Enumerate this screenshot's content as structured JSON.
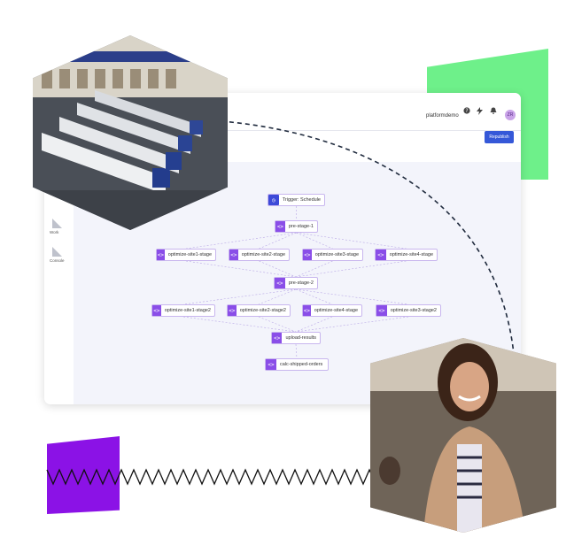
{
  "header": {
    "account_name": "platformdemo",
    "avatar_initials": "ZR",
    "icons": [
      "help-icon",
      "bolt-icon",
      "bell-icon"
    ]
  },
  "toolbar": {
    "republish_label": "Republish"
  },
  "sidebar": {
    "items": [
      {
        "label": "Work"
      },
      {
        "label": "Console"
      }
    ]
  },
  "flow": {
    "trigger": {
      "label": "Trigger: Schedule"
    },
    "stage1": {
      "label": "pre-stage-1"
    },
    "row1": [
      {
        "label": "optimize-site1-stage"
      },
      {
        "label": "optimize-site2-stage"
      },
      {
        "label": "optimize-site3-stage"
      },
      {
        "label": "optimize-site4-stage"
      }
    ],
    "stage2": {
      "label": "pre-stage-2"
    },
    "row2": [
      {
        "label": "optimize-site1-stage2"
      },
      {
        "label": "optimize-site2-stage2"
      },
      {
        "label": "optimize-site4-stage"
      },
      {
        "label": "optimize-site3-stage2"
      }
    ],
    "upload": {
      "label": "upload-results"
    },
    "calc": {
      "label": "calc-shipped-orders"
    }
  },
  "colors": {
    "accent_green": "#6ef08a",
    "accent_purple": "#8b12e6",
    "button_blue": "#3558d8",
    "node_purple": "#8a4ee8"
  }
}
